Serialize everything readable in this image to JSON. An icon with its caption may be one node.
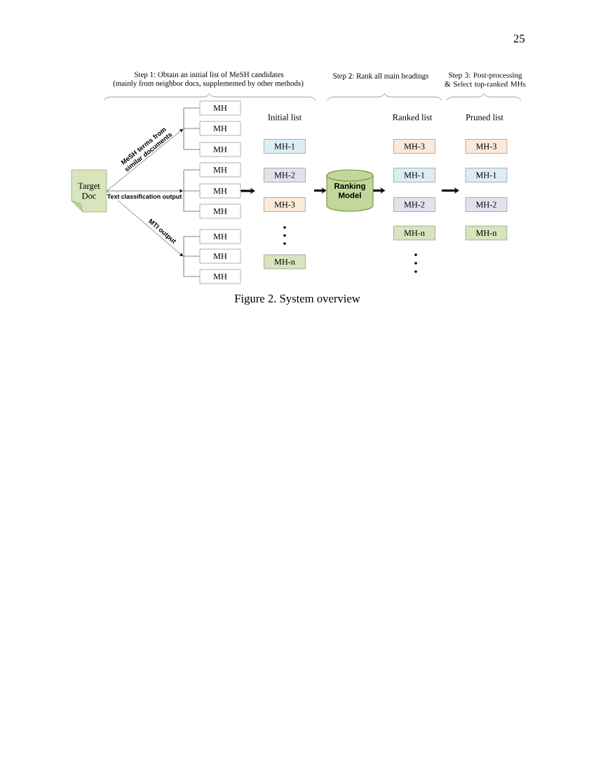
{
  "diagram": {
    "caption": "Figure 2. System overview",
    "nodes": [
      {
        "text": [
          "Target Doc"
        ]
      },
      {
        "text": [],
        "shape": "bar"
      },
      {
        "text": [
          "MH"
        ]
      },
      {
        "text": [
          "MH"
        ]
      },
      {
        "text": [
          "MH"
        ]
      },
      {
        "text": [],
        "shape": "bar"
      },
      {
        "text": [
          "MH"
        ]
      },
      {
        "text": [
          "MH"
        ]
      },
      {
        "text": [
          "MH"
        ]
      },
      {
        "text": [],
        "shape": "bar"
      },
      {
        "text": [
          "MH"
        ]
      },
      {
        "text": [
          "MH"
        ]
      },
      {
        "text": [
          "MH"
        ]
      },
      {
        "text": [
          "MH-1"
        ]
      },
      {
        "text": [
          "MH-2"
        ]
      },
      {
        "text": [
          "MH-3"
        ]
      },
      {
        "text": [
          "MH-n"
        ]
      },
      {
        "text": [
          "Ranking Model"
        ]
      },
      {
        "text": [
          "MH-3"
        ]
      },
      {
        "text": [
          "MH-1"
        ]
      },
      {
        "text": [
          "MH-2"
        ]
      },
      {
        "text": [
          "MH-n"
        ]
      },
      {
        "text": [
          "MH-3"
        ]
      },
      {
        "text": [
          "MH-1"
        ]
      },
      {
        "text": [
          "MH-2"
        ]
      },
      {
        "text": [
          "MH-n"
        ]
      }
    ],
    "edges": [
      {
        "from": 0,
        "to": 1,
        "arrow": "to",
        "label": "MeSH terms from similar documents"
      },
      {
        "from": 1,
        "to": 2,
        "arrow": "none"
      },
      {
        "from": 1,
        "to": 3,
        "arrow": "none"
      },
      {
        "from": 1,
        "to": 4,
        "arrow": "none"
      },
      {
        "from": 0,
        "to": 5,
        "arrow": "to",
        "label": "Text classification output"
      },
      {
        "from": 5,
        "to": 6,
        "arrow": "none"
      },
      {
        "from": 5,
        "to": 7,
        "arrow": "none"
      },
      {
        "from": 5,
        "to": 8,
        "arrow": "none"
      },
      {
        "from": 0,
        "to": 9,
        "arrow": "to",
        "label": "MTI output"
      },
      {
        "from": 9,
        "to": 10,
        "arrow": "none"
      },
      {
        "from": 9,
        "to": 11,
        "arrow": "none"
      },
      {
        "from": 9,
        "to": 12,
        "arrow": "none"
      },
      {
        "from": 7,
        "to": null,
        "arrow": "to",
        "style": "thick",
        "color": "#000000"
      },
      {
        "from": null,
        "to": 17,
        "arrow": "to",
        "style": "thick",
        "color": "#000000"
      },
      {
        "from": 17,
        "to": null,
        "arrow": "to",
        "style": "thick",
        "color": "#000000"
      }
    ],
    "labels": [
      "25",
      "Step 1: Obtain an initial list of MeSH candidates",
      "(mainly from neighbor docs, supplemented by other methods)",
      "Step 2: Rank all main headings",
      "Step 3: Post-processing & Select top-ranked MHs",
      "Initial list",
      "Ranked list",
      "Pruned list"
    ]
  }
}
